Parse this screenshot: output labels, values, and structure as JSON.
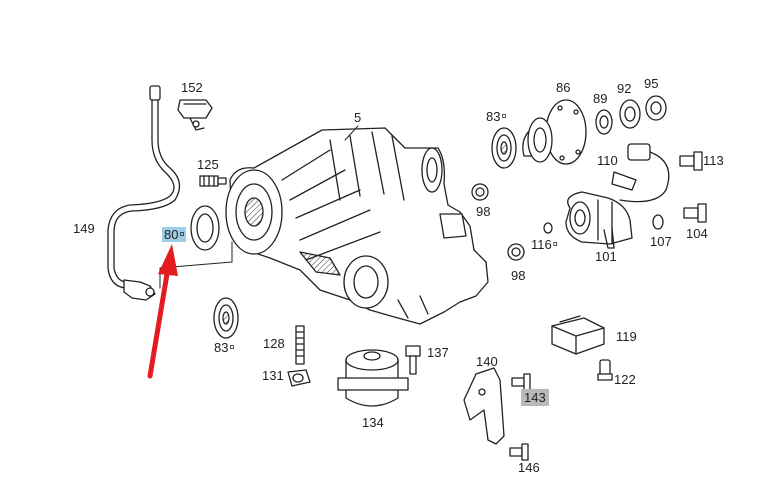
{
  "labels": {
    "p152": "152",
    "p5": "5",
    "p86": "86",
    "p89": "89",
    "p92": "92",
    "p95": "95",
    "p83a": "83",
    "p110": "110",
    "p113": "113",
    "p125": "125",
    "p98a": "98",
    "p149": "149",
    "p80": "80",
    "p116": "116",
    "p107": "107",
    "p104": "104",
    "p98b": "98",
    "p101": "101",
    "p119": "119",
    "p83b": "83",
    "p128": "128",
    "p137": "137",
    "p140": "140",
    "p131": "131",
    "p122": "122",
    "p143": "143",
    "p134": "134",
    "p146": "146"
  },
  "mark_symbol": "¤",
  "colors": {
    "highlight_selected": "#9ecbe6",
    "highlight_secondary": "#b9b9b9",
    "arrow": "#e31b23",
    "line": "#222222"
  },
  "icons": [
    "arrow-pointer-icon"
  ]
}
